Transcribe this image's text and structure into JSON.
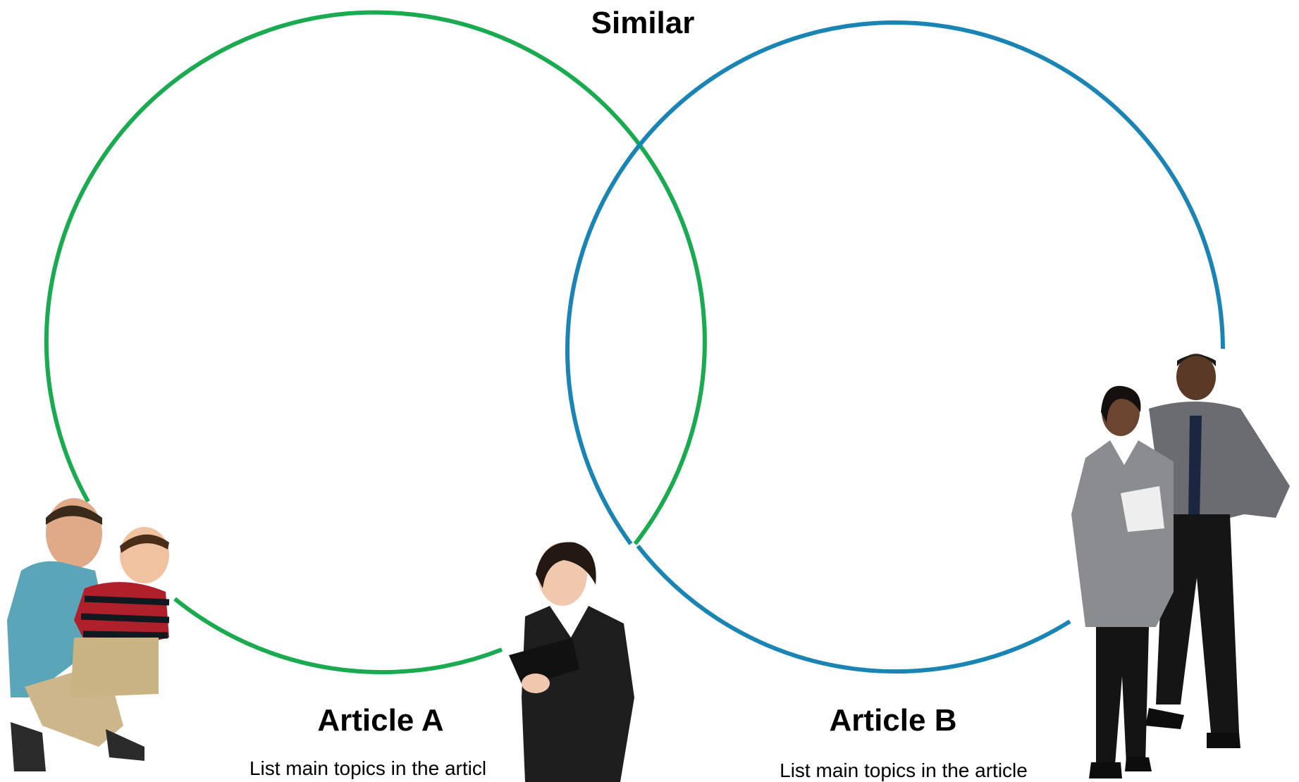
{
  "diagram": {
    "title": "Similar",
    "left_set": {
      "heading": "Article A",
      "caption": "List main topics in the articl",
      "color": "#1aaa50"
    },
    "right_set": {
      "heading": "Article B",
      "caption": "List main topics in the article",
      "color": "#1a85b5"
    }
  }
}
